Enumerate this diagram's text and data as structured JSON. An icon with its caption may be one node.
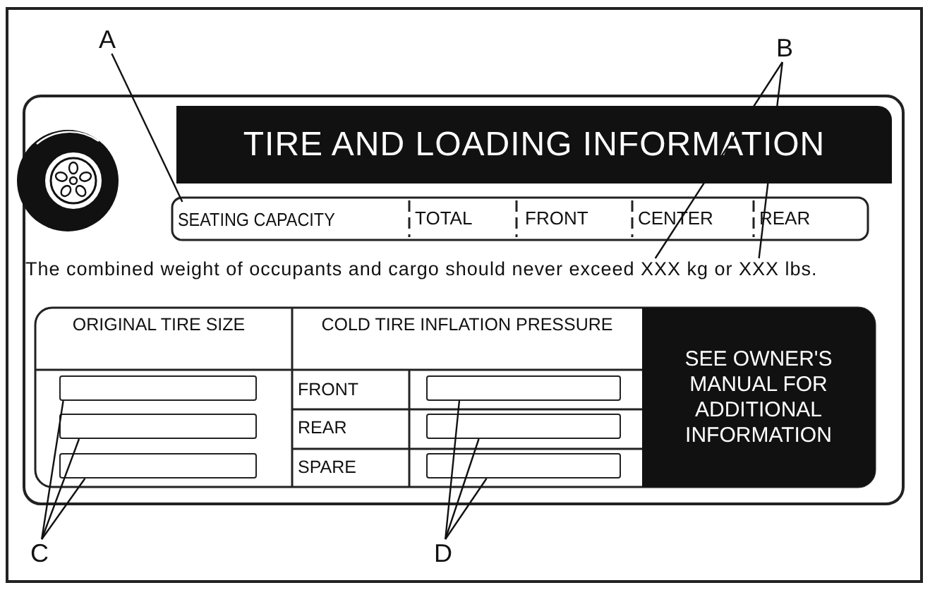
{
  "diagram": {
    "nodes": [
      {
        "text": [
          "A"
        ]
      },
      {
        "text": [
          "B"
        ]
      },
      {
        "text": [
          "TIRE AND LOADING INFORMATION"
        ]
      },
      {
        "text": [
          "SEATING CAPACITY"
        ]
      },
      {
        "text": [
          "SEE OWNER'S MANUAL FOR ADDITIONAL INFORMATION"
        ]
      },
      {
        "text": [],
        "shape": "box"
      },
      {
        "text": [],
        "shape": "box"
      },
      {
        "text": [],
        "shape": "box"
      },
      {
        "text": [],
        "shape": "box"
      },
      {
        "text": [],
        "shape": "box"
      },
      {
        "text": [],
        "shape": "box"
      },
      {
        "text": [
          "C"
        ]
      },
      {
        "text": [
          "D"
        ]
      },
      {
        "text": [
          "The combined weight of occupants and cargo should never exceed XXX kg or XXX lbs."
        ]
      }
    ],
    "edges": [
      {
        "from": 0,
        "to": 3,
        "arrow": "none"
      },
      {
        "from": 1,
        "to": 13,
        "arrow": "none"
      },
      {
        "from": 1,
        "to": 13,
        "arrow": "none"
      },
      {
        "from": 11,
        "to": 5,
        "arrow": "none"
      },
      {
        "from": 11,
        "to": 6,
        "arrow": "none"
      },
      {
        "from": 11,
        "to": 7,
        "arrow": "none"
      },
      {
        "from": 12,
        "to": 8,
        "arrow": "none"
      },
      {
        "from": 12,
        "to": 9,
        "arrow": "none"
      },
      {
        "from": 12,
        "to": 10,
        "arrow": "none"
      }
    ],
    "labels": [
      "TOTAL",
      "FRONT",
      "CENTER",
      "REAR",
      "ORIGINAL TIRE SIZE",
      "COLD TIRE INFLATION PRESSURE",
      "FRONT",
      "REAR",
      "SPARE"
    ]
  }
}
